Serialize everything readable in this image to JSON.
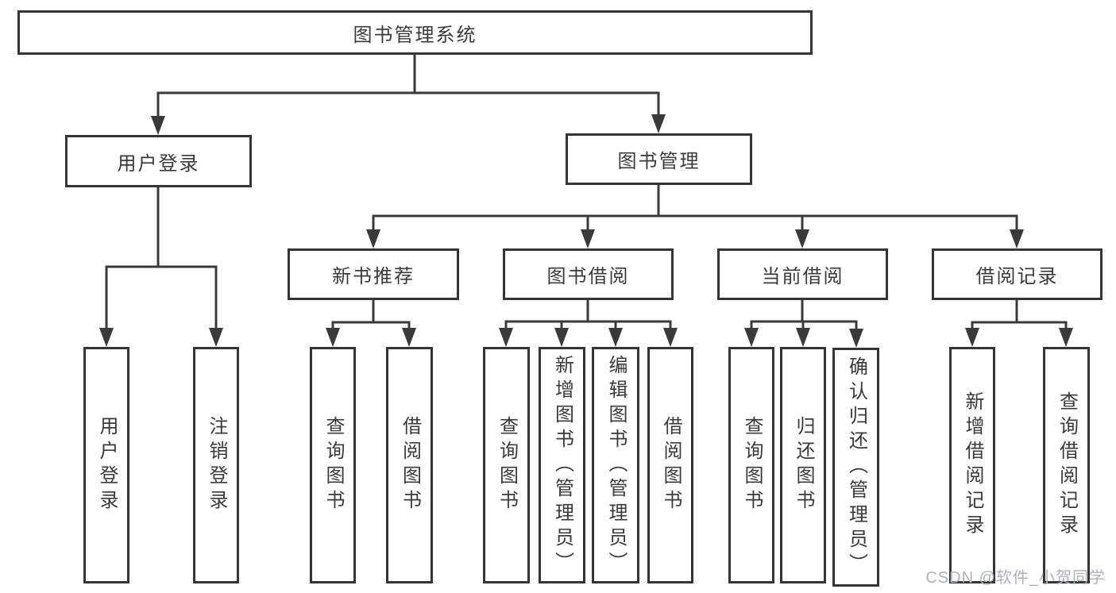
{
  "tree": {
    "label": "图书管理系统",
    "children": [
      {
        "label": "用户登录",
        "children": [
          {
            "label": "用户登录"
          },
          {
            "label": "注销登录"
          }
        ]
      },
      {
        "label": "图书管理",
        "children": [
          {
            "label": "新书推荐",
            "children": [
              {
                "label": "查询图书"
              },
              {
                "label": "借阅图书"
              }
            ]
          },
          {
            "label": "图书借阅",
            "children": [
              {
                "label": "查询图书"
              },
              {
                "label": "新增图书（管理员）"
              },
              {
                "label": "编辑图书（管理员）"
              },
              {
                "label": "借阅图书"
              }
            ]
          },
          {
            "label": "当前借阅",
            "children": [
              {
                "label": "查询图书"
              },
              {
                "label": "归还图书"
              },
              {
                "label": "确认归还（管理员）"
              }
            ]
          },
          {
            "label": "借阅记录",
            "children": [
              {
                "label": "新增借阅记录"
              },
              {
                "label": "查询借阅记录"
              }
            ]
          }
        ]
      }
    ]
  },
  "watermark": {
    "text": "CSDN @软件_小贺同学",
    "color": "#aeb2b8"
  },
  "colors": {
    "line": "#3a3a3a",
    "box_border": "#353535",
    "box_fill": "#ffffff",
    "text": "#3a3a3a",
    "background": "#ffffff"
  }
}
